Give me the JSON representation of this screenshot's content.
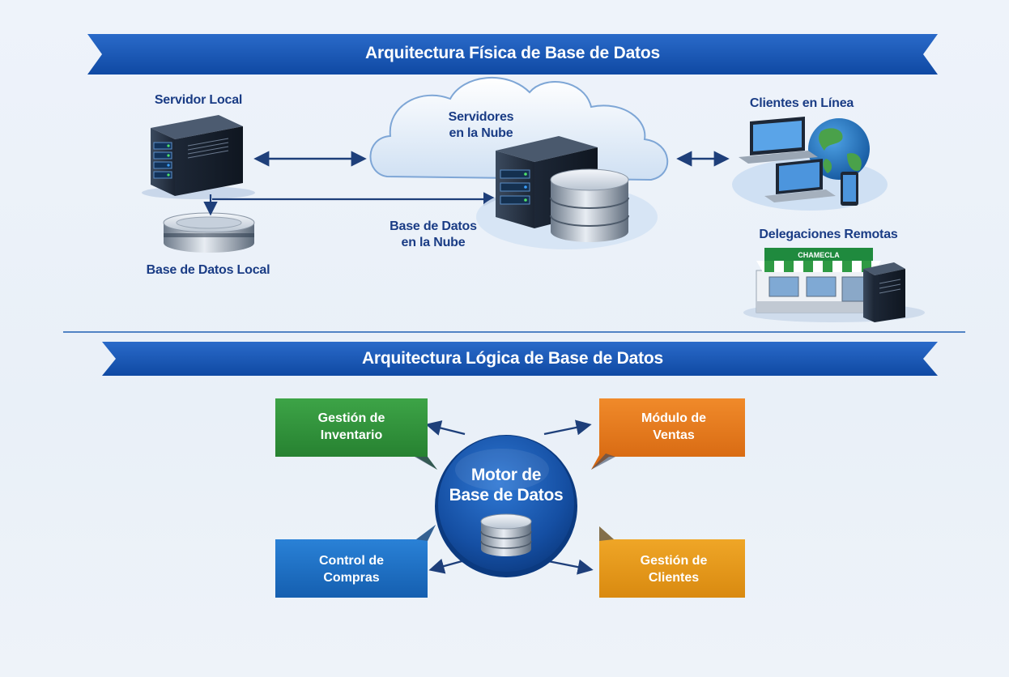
{
  "physical": {
    "title": "Arquitectura Física de Base de Datos",
    "servidor_local": "Servidor Local",
    "base_datos_local": "Base de Datos Local",
    "servidores_nube": "Servidores\nen la Nube",
    "base_datos_nube": "Base de Datos\nen la Nube",
    "clientes_linea": "Clientes en Línea",
    "delegaciones": "Delegaciones Remotas",
    "store_sign": "CHAMECLA"
  },
  "logical": {
    "title": "Arquitectura Lógica de Base de Datos",
    "motor": "Motor de\nBase de Datos",
    "modules": {
      "inventario": {
        "label": "Gestión de\nInventario",
        "color": "#2e8b3a"
      },
      "ventas": {
        "label": "Módulo de\nVentas",
        "color": "#e5781c"
      },
      "compras": {
        "label": "Control de\nCompras",
        "color": "#1f74c9"
      },
      "clientes": {
        "label": "Gestión de\nClientes",
        "color": "#e59a1d"
      }
    }
  },
  "colors": {
    "banner": "#1551ab",
    "label": "#1a3c85",
    "arrow": "#1e3f7a"
  }
}
